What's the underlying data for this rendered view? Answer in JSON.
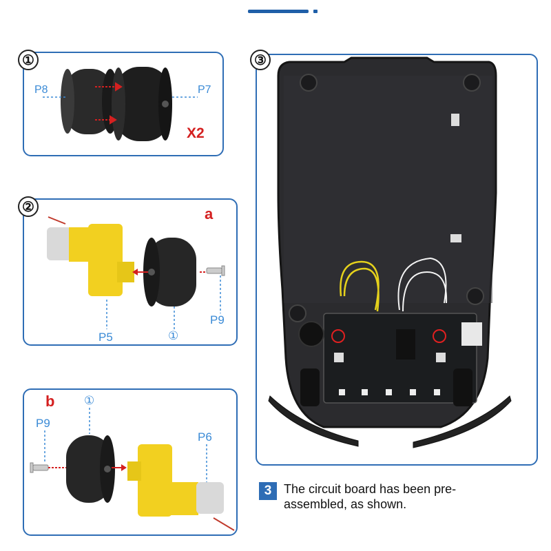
{
  "steps": {
    "one": "①",
    "two": "②",
    "three": "③",
    "circle_one": "①"
  },
  "panel1": {
    "left_label": "P8",
    "right_label": "P7",
    "multiplier": "X2"
  },
  "panel2": {
    "variant": "a",
    "screw_label": "P9",
    "motor_label": "P5",
    "wheel_label": "①"
  },
  "panel3": {
    "variant": "b",
    "wheel_label": "①",
    "screw_label": "P9",
    "motor_label": "P6"
  },
  "caption": {
    "number": "3",
    "text": "The circuit board has been pre-assembled, as shown."
  },
  "colors": {
    "accent_blue": "#2e6db5",
    "label_blue": "#3a8ad6",
    "arrow_red": "#d42020",
    "motor_yellow": "#f2d020"
  }
}
